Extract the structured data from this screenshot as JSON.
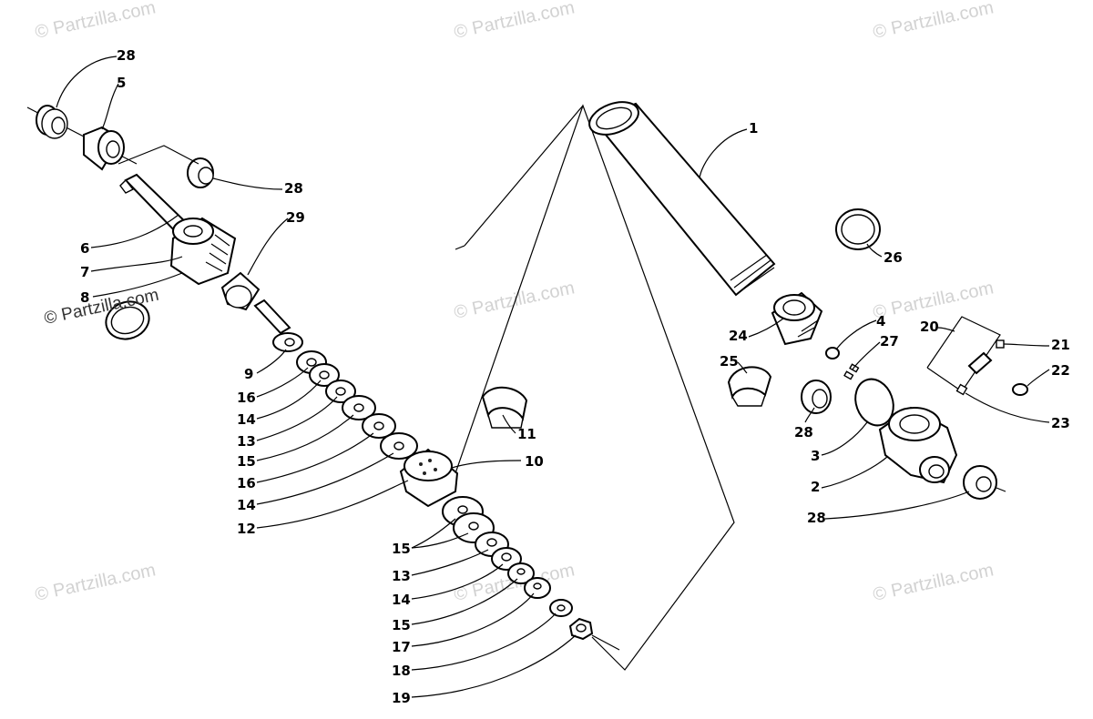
{
  "watermark": "© Partzilla.com",
  "callouts": [
    {
      "id": "c28a",
      "label": "28"
    },
    {
      "id": "c5",
      "label": "5"
    },
    {
      "id": "c28b",
      "label": "28"
    },
    {
      "id": "c29",
      "label": "29"
    },
    {
      "id": "c6",
      "label": "6"
    },
    {
      "id": "c7",
      "label": "7"
    },
    {
      "id": "c8",
      "label": "8"
    },
    {
      "id": "c9",
      "label": "9"
    },
    {
      "id": "c16a",
      "label": "16"
    },
    {
      "id": "c14a",
      "label": "14"
    },
    {
      "id": "c13a",
      "label": "13"
    },
    {
      "id": "c15a",
      "label": "15"
    },
    {
      "id": "c16b",
      "label": "16"
    },
    {
      "id": "c14b",
      "label": "14"
    },
    {
      "id": "c12",
      "label": "12"
    },
    {
      "id": "c11",
      "label": "11"
    },
    {
      "id": "c10",
      "label": "10"
    },
    {
      "id": "c15b",
      "label": "15"
    },
    {
      "id": "c13b",
      "label": "13"
    },
    {
      "id": "c14c",
      "label": "14"
    },
    {
      "id": "c15c",
      "label": "15"
    },
    {
      "id": "c17",
      "label": "17"
    },
    {
      "id": "c18",
      "label": "18"
    },
    {
      "id": "c19",
      "label": "19"
    },
    {
      "id": "c1",
      "label": "1"
    },
    {
      "id": "c26",
      "label": "26"
    },
    {
      "id": "c4",
      "label": "4"
    },
    {
      "id": "c27",
      "label": "27"
    },
    {
      "id": "c20",
      "label": "20"
    },
    {
      "id": "c21",
      "label": "21"
    },
    {
      "id": "c22",
      "label": "22"
    },
    {
      "id": "c24",
      "label": "24"
    },
    {
      "id": "c25",
      "label": "25"
    },
    {
      "id": "c28c",
      "label": "28"
    },
    {
      "id": "c23",
      "label": "23"
    },
    {
      "id": "c3",
      "label": "3"
    },
    {
      "id": "c2",
      "label": "2"
    },
    {
      "id": "c28d",
      "label": "28"
    }
  ]
}
